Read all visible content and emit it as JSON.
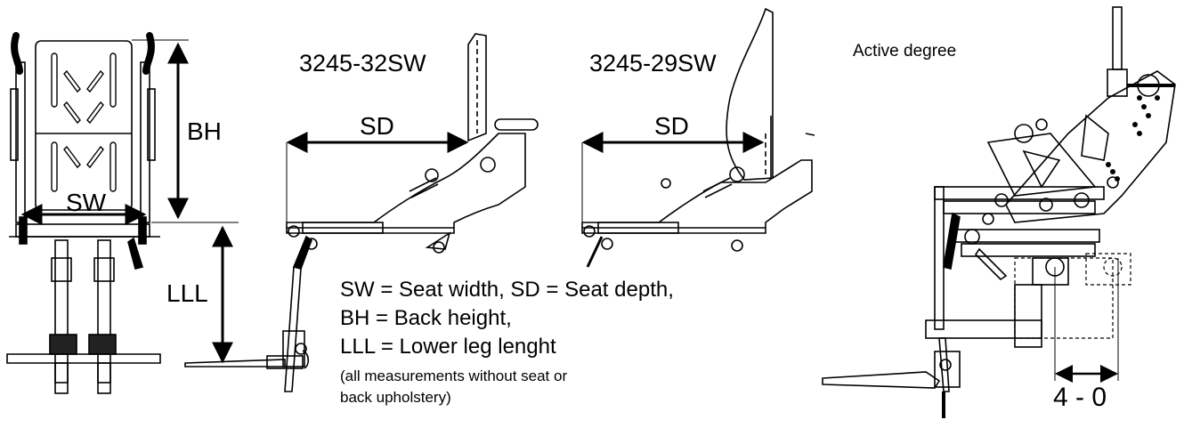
{
  "diagram": {
    "models": {
      "left": "3245-32SW",
      "right": "3245-29SW"
    },
    "dimension_labels": {
      "bh": "BH",
      "sw": "SW",
      "lll": "LLL",
      "sd_left": "SD",
      "sd_right": "SD"
    },
    "legend": {
      "line1": "SW = Seat width, SD = Seat depth,",
      "line2": "BH = Back height,",
      "line3": "LLL = Lower leg lenght",
      "note1": "(all measurements without seat or",
      "note2": "back upholstery)"
    },
    "active_title": "Active degree",
    "active_range": "4 - 0"
  }
}
